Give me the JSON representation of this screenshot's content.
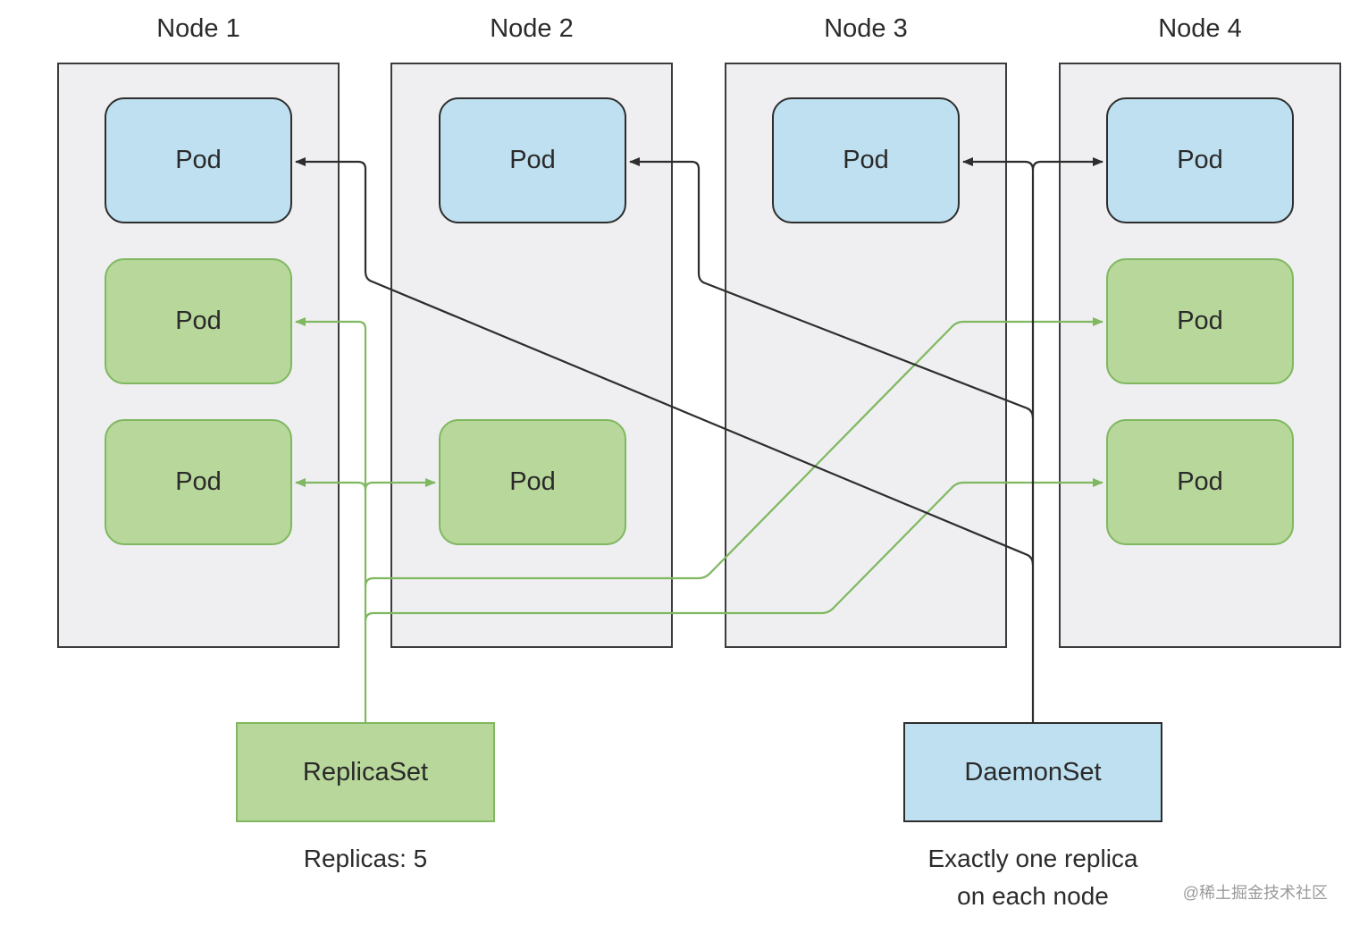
{
  "nodes": [
    {
      "title": "Node 1"
    },
    {
      "title": "Node 2"
    },
    {
      "title": "Node 3"
    },
    {
      "title": "Node 4"
    }
  ],
  "pod_label": "Pod",
  "replicaset": {
    "label": "ReplicaSet",
    "caption": "Replicas: 5"
  },
  "daemonset": {
    "label": "DaemonSet",
    "caption_line1": "Exactly one replica",
    "caption_line2": "on each node"
  },
  "watermark": "@稀土掘金技术社区",
  "colors": {
    "node_bg": "#efeff1",
    "daemon_blue": "#bee0f0",
    "replica_green": "#b8d79a",
    "green_stroke": "#7fb860",
    "dark_stroke": "#2d2d2d"
  }
}
